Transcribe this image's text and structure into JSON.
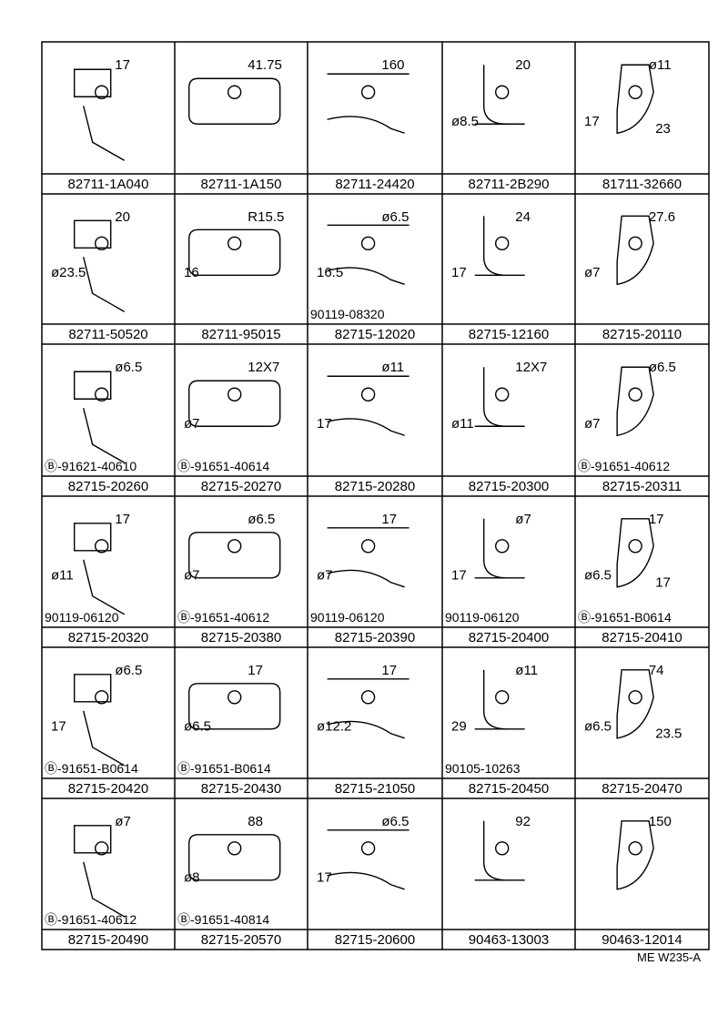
{
  "sheet_code": "ME W235-A",
  "cells": [
    {
      "part": "82711-1A040",
      "dims": [
        "17"
      ],
      "callout": ""
    },
    {
      "part": "82711-1A150",
      "dims": [
        "41.75"
      ],
      "callout": ""
    },
    {
      "part": "82711-24420",
      "dims": [
        "160"
      ],
      "callout": ""
    },
    {
      "part": "82711-2B290",
      "dims": [
        "20",
        "ø8.5"
      ],
      "callout": ""
    },
    {
      "part": "81711-32660",
      "dims": [
        "ø11",
        "17",
        "23"
      ],
      "callout": ""
    },
    {
      "part": "82711-50520",
      "dims": [
        "20",
        "ø23.5"
      ],
      "callout": ""
    },
    {
      "part": "82711-95015",
      "dims": [
        "R15.5",
        "16"
      ],
      "callout": ""
    },
    {
      "part": "82715-12020",
      "dims": [
        "ø6.5",
        "16.5"
      ],
      "callout": "90119-08320"
    },
    {
      "part": "82715-12160",
      "dims": [
        "24",
        "17"
      ],
      "callout": ""
    },
    {
      "part": "82715-20110",
      "dims": [
        "27.6",
        "ø7"
      ],
      "callout": ""
    },
    {
      "part": "82715-20260",
      "dims": [
        "ø6.5"
      ],
      "callout": "Ⓑ-91621-40610"
    },
    {
      "part": "82715-20270",
      "dims": [
        "12X7",
        "ø7"
      ],
      "callout": "Ⓑ-91651-40614"
    },
    {
      "part": "82715-20280",
      "dims": [
        "ø11",
        "17"
      ],
      "callout": ""
    },
    {
      "part": "82715-20300",
      "dims": [
        "12X7",
        "ø11"
      ],
      "callout": ""
    },
    {
      "part": "82715-20311",
      "dims": [
        "ø6.5",
        "ø7"
      ],
      "callout": "Ⓑ-91651-40612"
    },
    {
      "part": "82715-20320",
      "dims": [
        "17",
        "ø11"
      ],
      "callout": "90119-06120"
    },
    {
      "part": "82715-20380",
      "dims": [
        "ø6.5",
        "ø7"
      ],
      "callout": "Ⓑ-91651-40612"
    },
    {
      "part": "82715-20390",
      "dims": [
        "17",
        "ø7"
      ],
      "callout": "90119-06120"
    },
    {
      "part": "82715-20400",
      "dims": [
        "ø7",
        "17"
      ],
      "callout": "90119-06120"
    },
    {
      "part": "82715-20410",
      "dims": [
        "17",
        "ø6.5",
        "17"
      ],
      "callout": "Ⓑ-91651-B0614"
    },
    {
      "part": "82715-20420",
      "dims": [
        "ø6.5",
        "17"
      ],
      "callout": "Ⓑ-91651-B0614"
    },
    {
      "part": "82715-20430",
      "dims": [
        "17",
        "ø6.5"
      ],
      "callout": "Ⓑ-91651-B0614"
    },
    {
      "part": "82715-21050",
      "dims": [
        "17",
        "ø12.2"
      ],
      "callout": ""
    },
    {
      "part": "82715-20450",
      "dims": [
        "ø11",
        "29"
      ],
      "callout": "90105-10263"
    },
    {
      "part": "82715-20470",
      "dims": [
        "74",
        "ø6.5",
        "23.5"
      ],
      "callout": ""
    },
    {
      "part": "82715-20490",
      "dims": [
        "ø7"
      ],
      "callout": "Ⓑ-91651-40612"
    },
    {
      "part": "82715-20570",
      "dims": [
        "88",
        "ø8"
      ],
      "callout": "Ⓑ-91651-40814"
    },
    {
      "part": "82715-20600",
      "dims": [
        "ø6.5",
        "17"
      ],
      "callout": ""
    },
    {
      "part": "90463-13003",
      "dims": [
        "92"
      ],
      "callout": ""
    },
    {
      "part": "90463-12014",
      "dims": [
        "150"
      ],
      "callout": ""
    }
  ]
}
